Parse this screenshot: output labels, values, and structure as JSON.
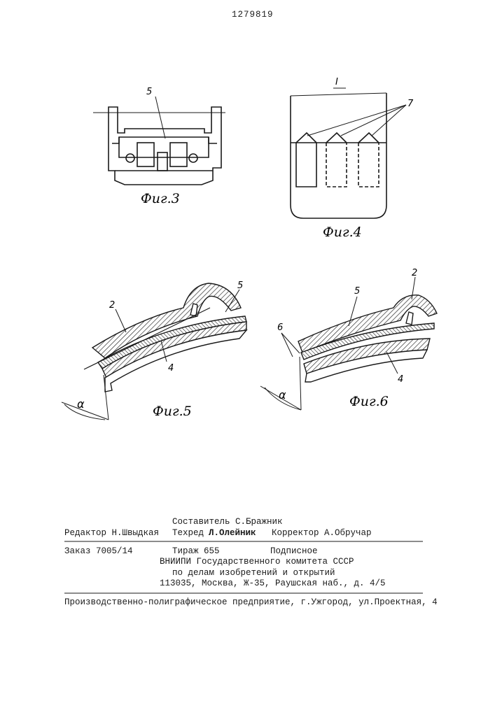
{
  "patent_number": "1279819",
  "figures": {
    "fig3": {
      "label": "Фиг.3",
      "callouts": [
        "5"
      ]
    },
    "fig4": {
      "label": "Фиг.4",
      "section_mark": "I",
      "callouts": [
        "7"
      ]
    },
    "fig5": {
      "label": "Фиг.5",
      "callouts": [
        "2",
        "5",
        "4"
      ],
      "angle_symbol": "α"
    },
    "fig6": {
      "label": "Фиг.6",
      "callouts": [
        "2",
        "5",
        "6",
        "4"
      ],
      "angle_symbol": "α"
    }
  },
  "colophon": {
    "compiler": "Составитель С.Бражник",
    "editor": "Редактор Н.Швыдкая",
    "techred_label": "Техред",
    "techred_name": "Л.Олейник",
    "corrector": "Корректор А.Обручар",
    "order": "Заказ 7005/14",
    "circulation": "Тираж 655",
    "subscription": "Подписное",
    "org_line1": "ВНИИПИ Государственного комитета СССР",
    "org_line2": "по делам изобретений и открытий",
    "address": "113035, Москва, Ж-35, Раушская наб., д. 4/5",
    "printer": "Производственно-полиграфическое предприятие, г.Ужгород, ул.Проектная, 4"
  }
}
